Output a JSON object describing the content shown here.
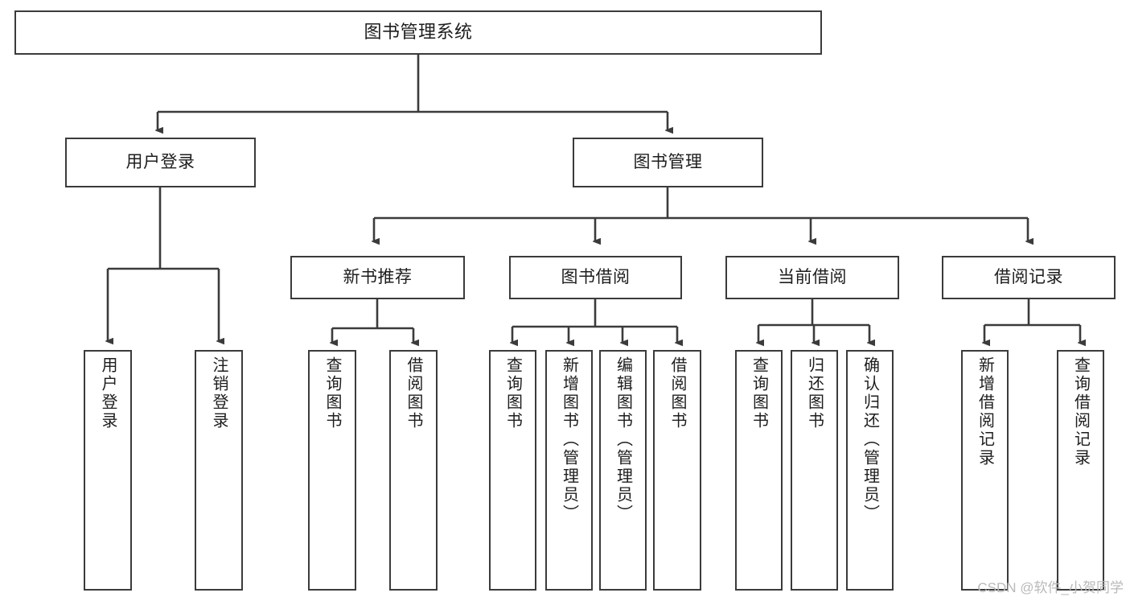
{
  "diagram": {
    "title": "图书管理系统",
    "type": "tree-hierarchy",
    "root": {
      "label": "图书管理系统"
    },
    "level1": [
      {
        "label": "用户登录"
      },
      {
        "label": "图书管理"
      }
    ],
    "level2": [
      {
        "label": "新书推荐"
      },
      {
        "label": "图书借阅"
      },
      {
        "label": "当前借阅"
      },
      {
        "label": "借阅记录"
      }
    ],
    "leaves": {
      "user_login": [
        {
          "label": "用户登录"
        },
        {
          "label": "注销登录"
        }
      ],
      "new_book_recommend": [
        {
          "label": "查询图书"
        },
        {
          "label": "借阅图书"
        }
      ],
      "book_borrow": [
        {
          "label": "查询图书"
        },
        {
          "label": "新增图书（管理员）"
        },
        {
          "label": "编辑图书（管理员）"
        },
        {
          "label": "借阅图书"
        }
      ],
      "current_borrow": [
        {
          "label": "查询图书"
        },
        {
          "label": "归还图书"
        },
        {
          "label": "确认归还（管理员）"
        }
      ],
      "borrow_record": [
        {
          "label": "新增借阅记录"
        },
        {
          "label": "查询借阅记录"
        }
      ]
    }
  },
  "watermark": {
    "text": "CSDN @软件_小贺同学"
  },
  "colors": {
    "box_border": "#3b3b3b",
    "box_fill": "#ffffff",
    "text": "#1d1d1d",
    "connector": "#3b3b3b",
    "watermark": "#b9b9b9",
    "background": "#ffffff"
  }
}
